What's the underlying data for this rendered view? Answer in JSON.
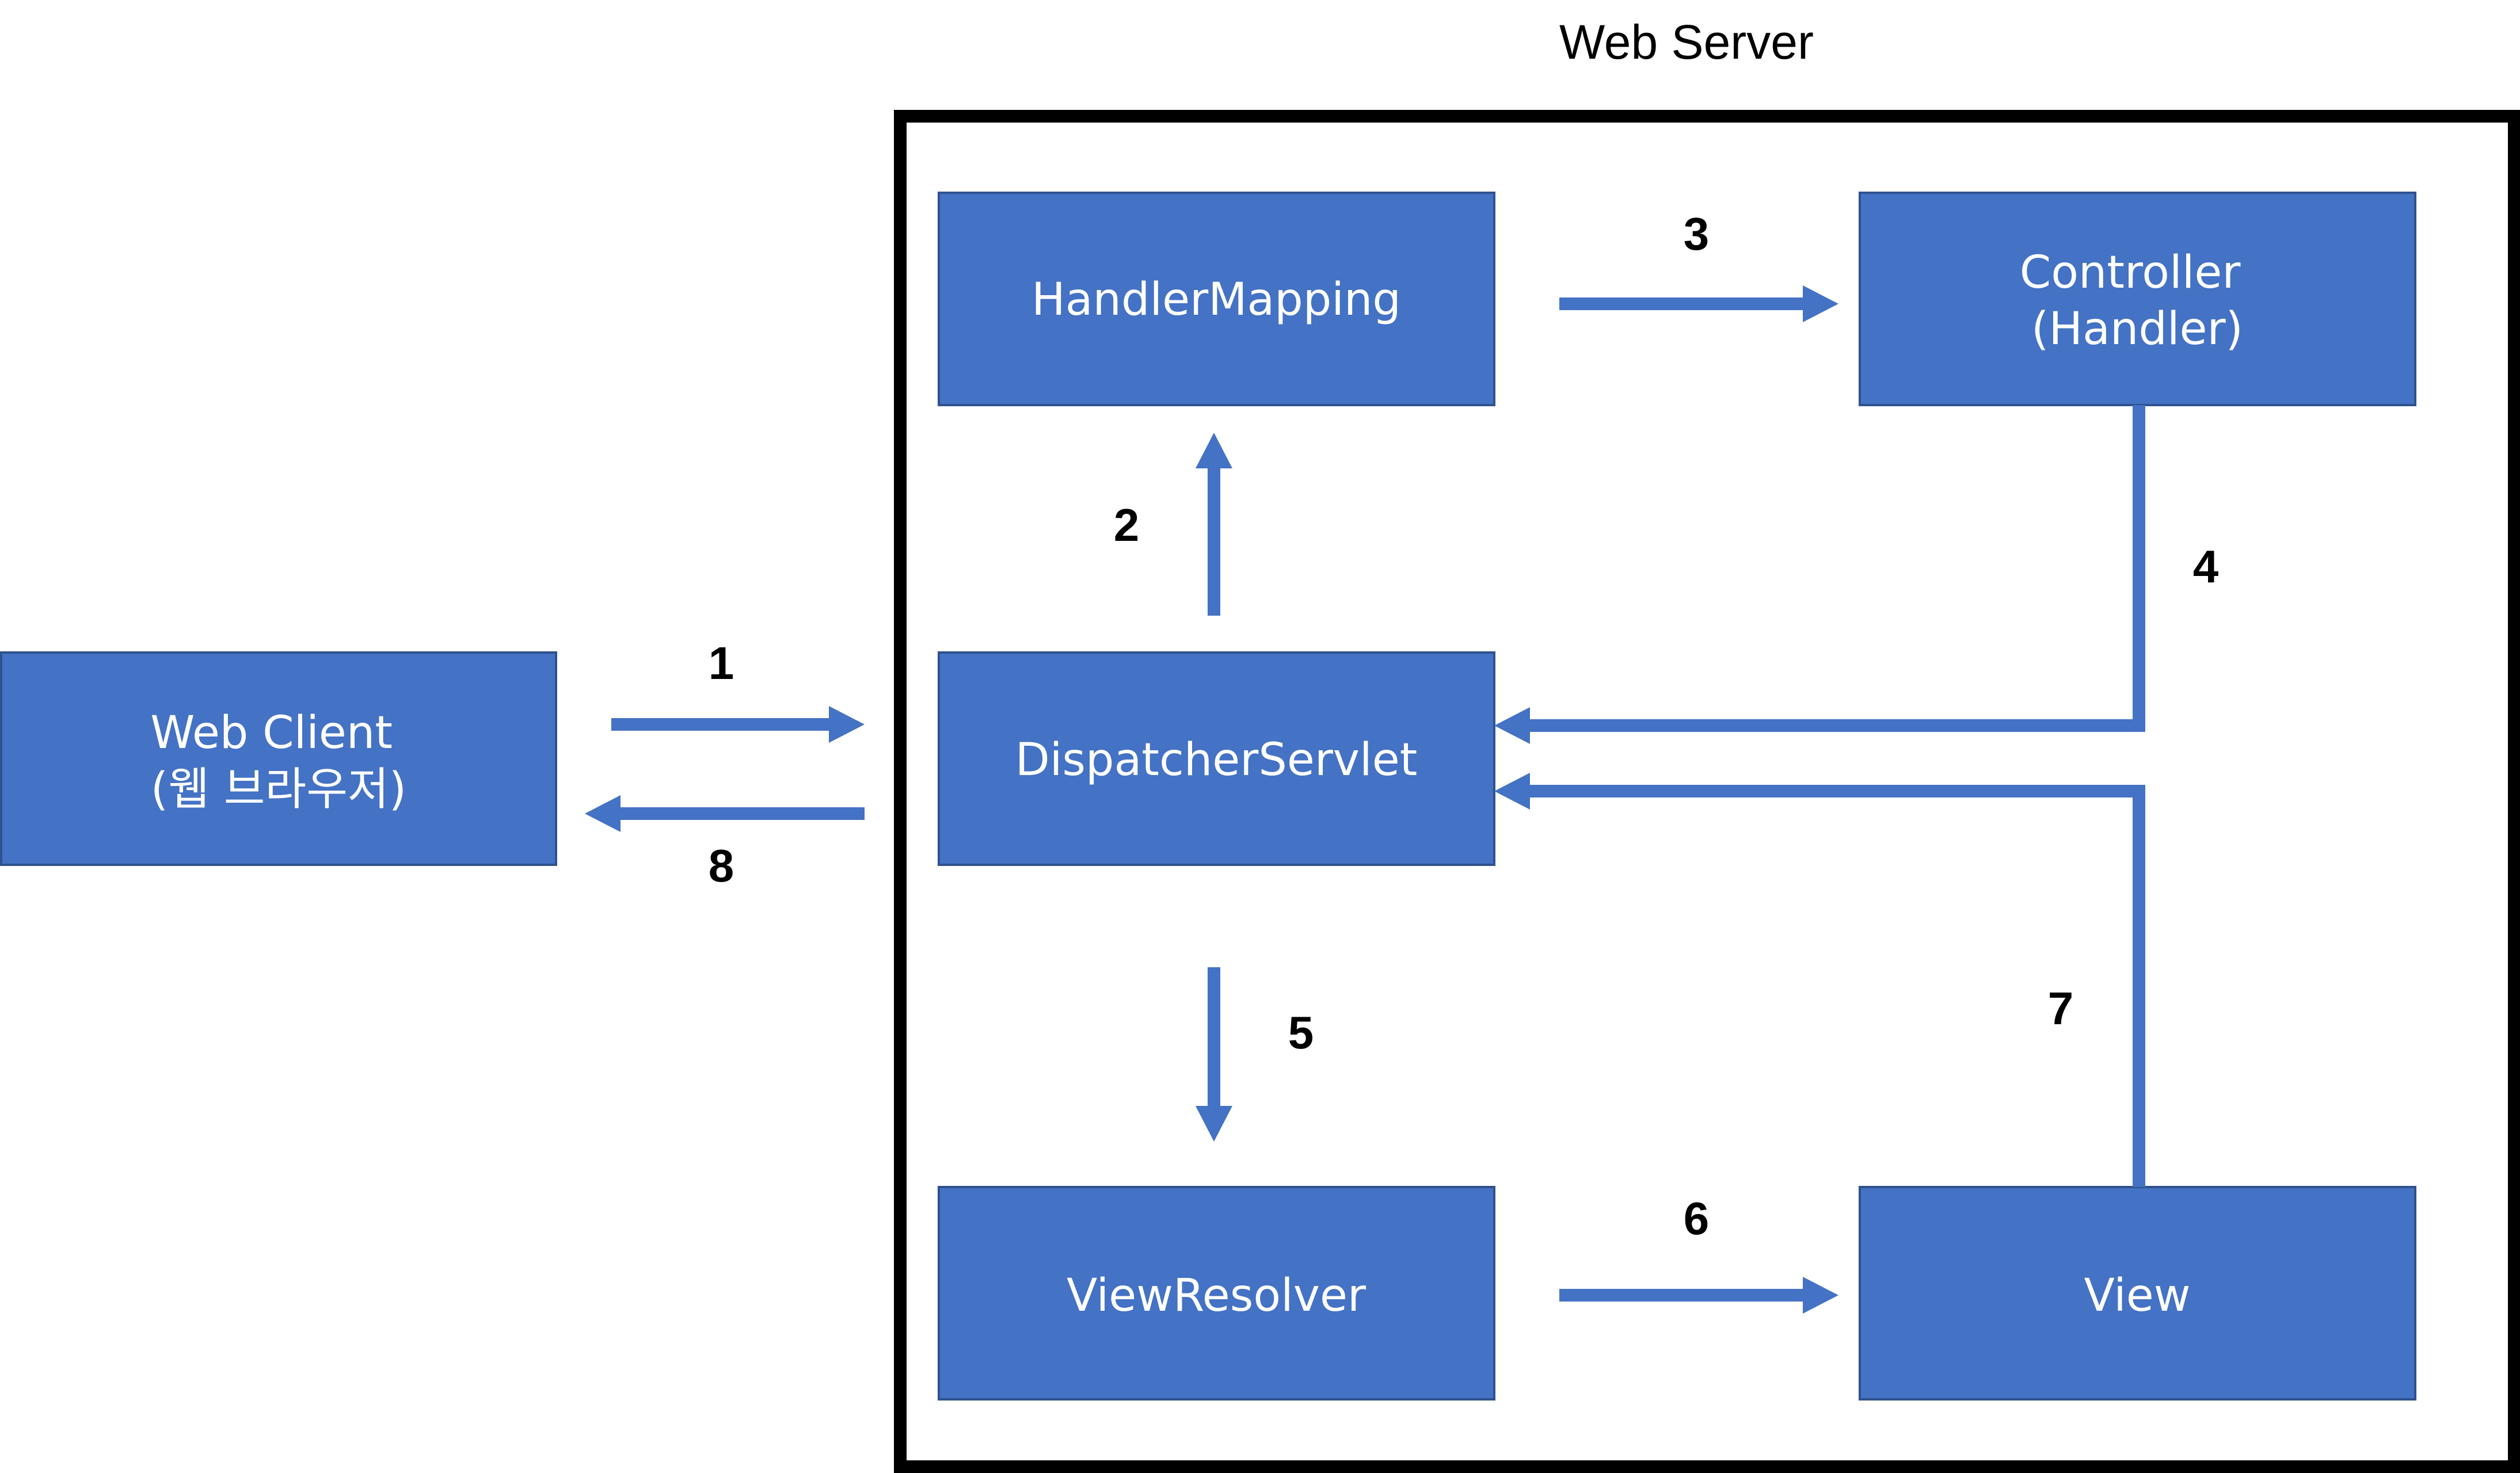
{
  "diagram": {
    "server_label": "Web Server",
    "colors": {
      "node_fill": "#4472C4",
      "node_border": "#2F528F",
      "arrow": "#4472C4",
      "frame": "#000000"
    },
    "nodes": {
      "web_client": {
        "lines": [
          "Web Client",
          "(웹 브라우저)"
        ]
      },
      "handler_mapping": {
        "lines": [
          "HandlerMapping"
        ]
      },
      "controller": {
        "lines": [
          "Controller",
          "(Handler)"
        ]
      },
      "dispatcher_servlet": {
        "lines": [
          "DispatcherServlet"
        ]
      },
      "view_resolver": {
        "lines": [
          "ViewResolver"
        ]
      },
      "view": {
        "lines": [
          "View"
        ]
      }
    },
    "steps": [
      {
        "label": "1",
        "from": "web_client",
        "to": "dispatcher_servlet"
      },
      {
        "label": "2",
        "from": "dispatcher_servlet",
        "to": "handler_mapping"
      },
      {
        "label": "3",
        "from": "handler_mapping",
        "to": "controller"
      },
      {
        "label": "4",
        "from": "controller",
        "to": "dispatcher_servlet"
      },
      {
        "label": "5",
        "from": "dispatcher_servlet",
        "to": "view_resolver"
      },
      {
        "label": "6",
        "from": "view_resolver",
        "to": "view"
      },
      {
        "label": "7",
        "from": "view",
        "to": "dispatcher_servlet"
      },
      {
        "label": "8",
        "from": "dispatcher_servlet",
        "to": "web_client"
      }
    ]
  }
}
